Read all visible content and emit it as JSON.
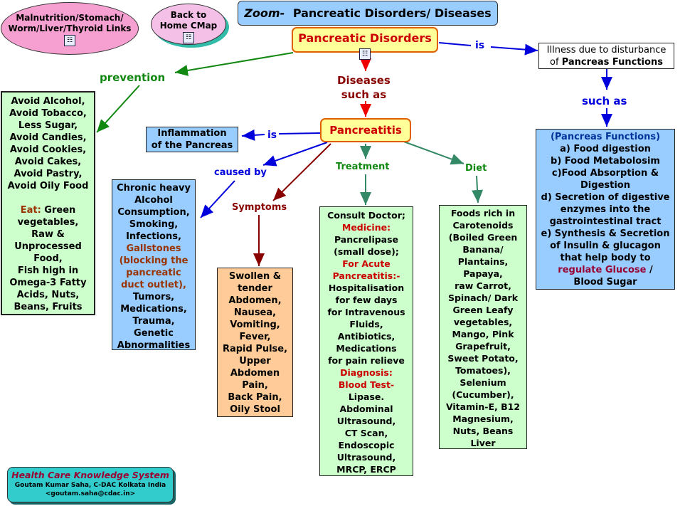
{
  "colors": {
    "green_node": "#ccffcc",
    "blue_node": "#99ccff",
    "orange_node": "#ffcc99",
    "yellow_node": "#ffff99",
    "pink_node": "#f5a0d0",
    "teal_footer": "#33cccc"
  },
  "nav": {
    "links_bubble": "Malnutrition/Stomach/\nWorm/Liver/Thyroid Links",
    "back_home": "Back to\nHome CMap",
    "icon": "cmap-icon"
  },
  "title": {
    "prefix": "Zoom-",
    "text": "Pancreatic Disorders/ Diseases"
  },
  "root": "Pancreatic Disorders",
  "links": {
    "is_top": "is",
    "prevention": "prevention",
    "diseases_such_as": "Diseases\nsuch as",
    "such_as": "such as",
    "is_mid": "is",
    "caused_by": "caused by",
    "symptoms": "Symptoms",
    "treatment": "Treatment",
    "diet": "Diet"
  },
  "illness": {
    "line1": "Illness due to disturbance",
    "line2_pre": "of ",
    "line2_bold": "Pancreas Functions"
  },
  "prevention_box": {
    "avoid": "Avoid Alcohol,\nAvoid Tobacco,\nLess Sugar,\nAvoid Candies,\nAvoid Cookies,\nAvoid Cakes,\nAvoid Pastry,\nAvoid Oily Food",
    "eat_label": "Eat:",
    "eat": " Green\nvegetables,\nRaw &\nUnprocessed\nFood,\nFish high in\nOmega-3 Fatty\nAcids, Nuts,\nBeans, Fruits"
  },
  "pancreatitis": "Pancreatitis",
  "inflammation": "Inflammation\nof the Pancreas",
  "functions": {
    "heading": "(Pancreas Functions)",
    "body": "a) Food digestion\nb) Food Metabolosim\nc)Food Absorption &\nDigestion\nd) Secretion of digestive\nenzymes into the\ngastrointestinal tract\ne) Synthesis & Secretion\nof Insulin & glucagon\nthat help body to",
    "regulate": "regulate Glucose",
    "tail": " /\nBlood Sugar"
  },
  "causes": {
    "pre": "Chronic heavy\nAlcohol\nConsumption,\nSmoking,\nInfections,",
    "gallstones": "Gallstones\n(blocking the\npancreatic\nduct outlet),",
    "post": "Tumors,\nMedications,\nTrauma,\nGenetic\nAbnormalities"
  },
  "symptoms_box": "Swollen &\ntender\nAbdomen,\nNausea,\nVomiting,\nFever,\nRapid Pulse,\nUpper\nAbdomen\nPain,\nBack Pain,\nOily Stool",
  "treatment_box": {
    "consult": "Consult Doctor;",
    "medicine_label": "Medicine:",
    "medicine": "\nPancrelipase\n(small dose);",
    "acute_label": "\nFor Acute\nPancreatitis:-",
    "acute": "\nHospitalisation\nfor few days\nfor Intravenous\nFluids,\nAntibiotics,\nMedications\nfor pain relieve",
    "diagnosis_label": "\nDiagnosis:\nBlood Test-",
    "diagnosis": "\nLipase.\nAbdominal\nUltrasound,\nCT Scan,\nEndoscopic\nUltrasound,\nMRCP, ERCP"
  },
  "diet_box": "Foods rich in\nCarotenoids\n(Boiled Green\nBanana/\nPlantains,\nPapaya,\nraw Carrot,\nSpinach/ Dark\nGreen Leafy\nvegetables,\nMango, Pink\nGrapefruit,\nSweet Potato,\nTomatoes),\nSelenium\n(Cucumber),\nVitamin-E, B12\nMagnesium,\nNuts, Beans\nLiver",
  "footer": {
    "title": "Health Care Knowledge System",
    "author": "Goutam Kumar Saha, C-DAC Kolkata India",
    "email": "<goutam.saha@cdac.in>"
  }
}
